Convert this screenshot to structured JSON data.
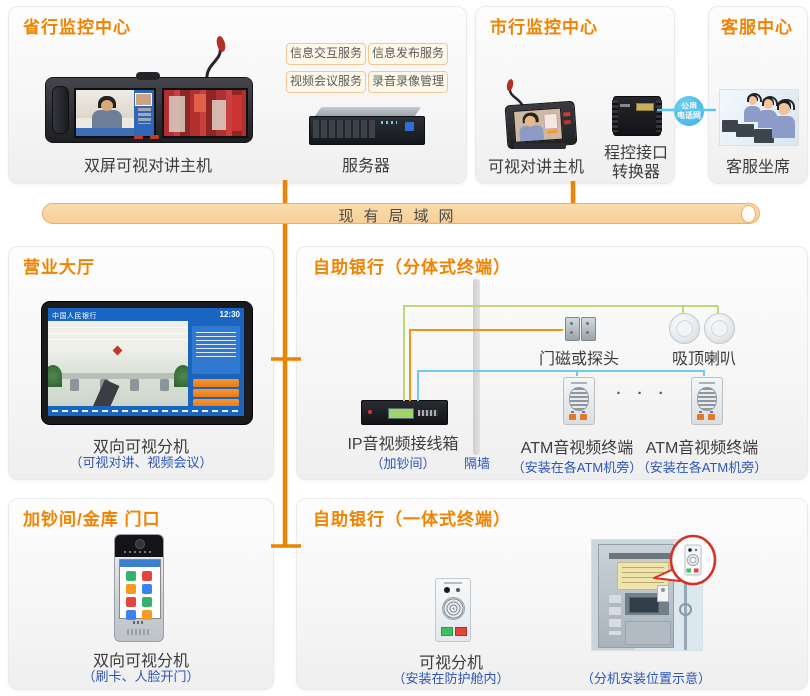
{
  "lan": {
    "label": "现有局域网"
  },
  "colors": {
    "accent_orange": "#F08300",
    "label_blue": "#2B55B8",
    "lan_bar_fill": "#F9D8A6",
    "wire_green": "#BCD879",
    "wire_blue": "#72C9EE",
    "wire_orange": "#F5930F",
    "phone_badge_blue": "#43BBEB",
    "callout_red": "#D93025"
  },
  "panels": {
    "provincial": {
      "title": "省行监控中心",
      "device1_label": "双屏可视对讲主机",
      "server_label": "服务器",
      "tags": [
        "信息交互服务",
        "信息发布服务",
        "视频会议服务",
        "录音录像管理"
      ]
    },
    "city": {
      "title": "市行监控中心",
      "device_label": "可视对讲主机",
      "converter_line1": "程控接口",
      "converter_line2": "转换器",
      "phone_badge_line1": "公用",
      "phone_badge_line2": "电话网"
    },
    "service": {
      "title": "客服中心",
      "seat_label": "客服坐席"
    },
    "hall": {
      "title": "营业大厅",
      "screen_header": "中国人民银行",
      "screen_clock": "12:30",
      "device_label": "双向可视分机",
      "device_sub": "（可视对讲、视频会议）"
    },
    "split": {
      "title": "自助银行（分体式终端）",
      "ipbox_label": "IP音视频接线箱",
      "ipbox_sub": "（加钞间）",
      "wall_label": "隔墙",
      "door_label": "门磁或探头",
      "speaker_label": "吸顶喇叭",
      "atm_label": "ATM音视频终端",
      "atm_sub": "（安装在各ATM机旁）",
      "ellipsis": "· · ·"
    },
    "vault": {
      "title": "加钞间/金库 门口",
      "device_label": "双向可视分机",
      "device_sub": "（刷卡、人脸开门）"
    },
    "integrated": {
      "title": "自助银行（一体式终端）",
      "device_label": "可视分机",
      "device_sub": "（安装在防护舱内）",
      "photo_sub": "（分机安装位置示意）"
    }
  }
}
